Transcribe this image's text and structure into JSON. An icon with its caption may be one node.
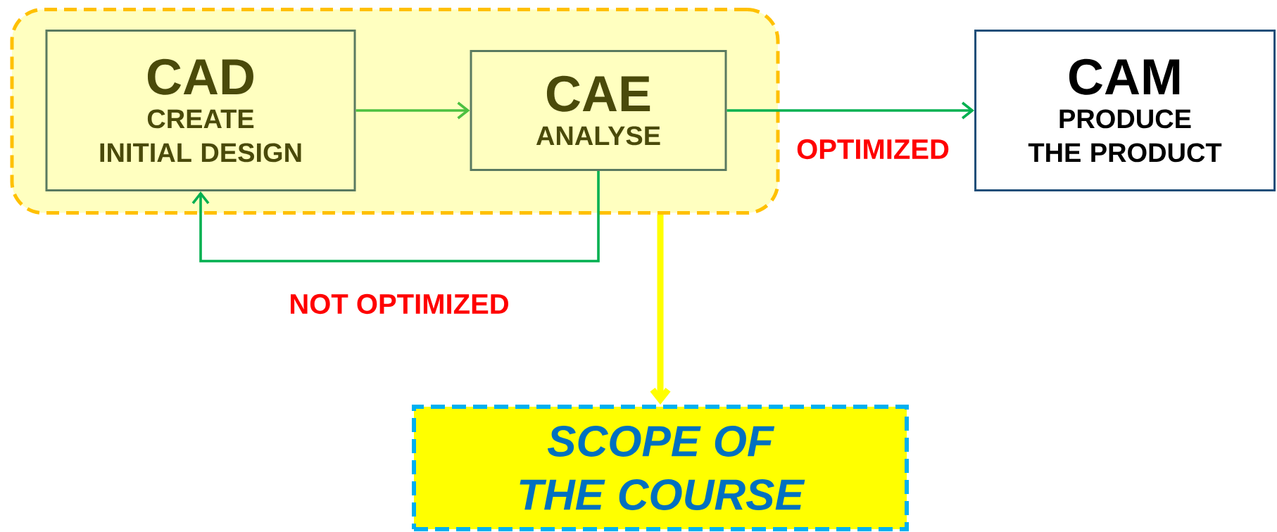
{
  "diagram": {
    "nodes": [
      {
        "text": [],
        "shape": "box"
      },
      {
        "text": [
          "CAD",
          "CREATE INITIAL DESIGN"
        ],
        "in": 0
      },
      {
        "text": [
          "CAE",
          "ANALYSE"
        ],
        "in": 0
      },
      {
        "text": [
          "CAM",
          "PRODUCE THE PRODUCT"
        ]
      },
      {
        "text": [
          "SCOPE OF THE COURSE"
        ]
      }
    ],
    "edges": [
      {
        "from": 1,
        "to": 2,
        "arrow": "to",
        "color": "#4cc040"
      },
      {
        "from": 2,
        "to": 3,
        "arrow": "to",
        "label": "OPTIMIZED",
        "color": "#00b050"
      },
      {
        "from": 2,
        "to": 1,
        "arrow": "to",
        "label": "NOT OPTIMIZED",
        "color": "#00b050"
      },
      {
        "from": 0,
        "to": 4,
        "arrow": "to",
        "style": "thick",
        "color": "#ffff00"
      }
    ]
  }
}
